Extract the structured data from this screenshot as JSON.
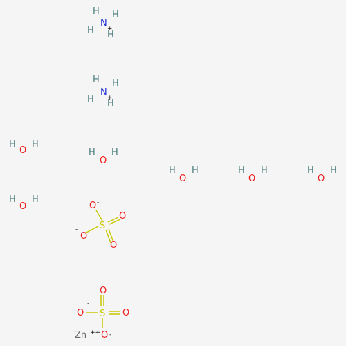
{
  "colors": {
    "background": "#f5f5f5",
    "H": "#4a7c7c",
    "N": "#1f2fd6",
    "O": "#ee1b1b",
    "S": "#c8c800",
    "Zn": "#6b6b6b",
    "charge": "#000000"
  },
  "molecules": {
    "ammonium_1": {
      "H_top_left": "H",
      "H_top_right": "H",
      "N": "N",
      "charge": "+",
      "H_bottom_left": "H",
      "H_bottom_right": "H"
    },
    "ammonium_2": {
      "H_top_left": "H",
      "H_top_right": "H",
      "N": "N",
      "charge": "+",
      "H_bottom_left": "H",
      "H_bottom_right": "H"
    },
    "water": [
      {
        "H_left": "H",
        "O": "O",
        "H_right": "H"
      },
      {
        "H_left": "H",
        "O": "O",
        "H_right": "H"
      },
      {
        "H_left": "H",
        "O": "O",
        "H_right": "H"
      },
      {
        "H_left": "H",
        "O": "O",
        "H_right": "H"
      },
      {
        "H_left": "H",
        "O": "O",
        "H_right": "H"
      },
      {
        "H_left": "H",
        "O": "O",
        "H_right": "H"
      }
    ],
    "sulfate_1": {
      "O_top": "O",
      "O_top_charge": "-",
      "S": "S",
      "O_right": "O",
      "O_bottom": "O",
      "O_left": "O",
      "O_left_charge": "-"
    },
    "sulfate_2": {
      "O_top": "O",
      "O_left": "O",
      "O_left_charge": "-",
      "S": "S",
      "O_right": "O",
      "O_bottom": "O",
      "O_bottom_charge": "-"
    },
    "zinc": {
      "symbol": "Zn",
      "charge": "++"
    }
  }
}
